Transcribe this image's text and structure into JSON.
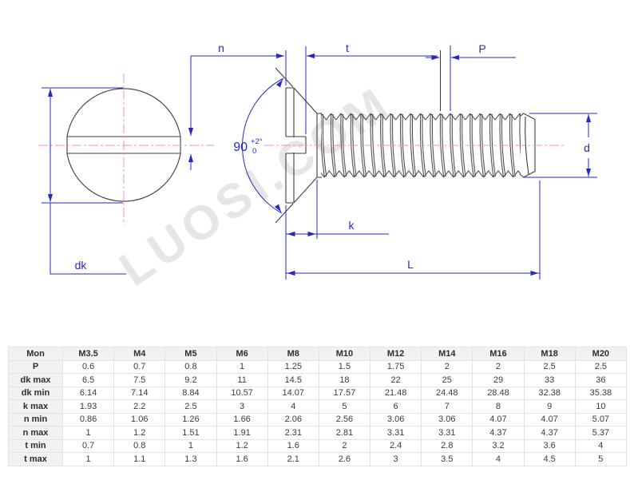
{
  "watermark": "LUOSI.COM",
  "drawing": {
    "labels": {
      "n": "n",
      "t": "t",
      "p": "P",
      "d": "d",
      "dk": "dk",
      "k": "k",
      "l": "L",
      "angle": "90",
      "angle_tol_plus": "+2°",
      "angle_tol_zero": "0"
    }
  },
  "colors": {
    "dimension_blue": "#2a2ab8",
    "centerline_pink": "#ee8fd4",
    "outline_dark": "#3d3d3d",
    "watermark_gray": "#e6e6e6",
    "table_border": "#e3e3e3",
    "table_header_bg": "#f2f2f2"
  },
  "table": {
    "header": [
      "Mon",
      "M3.5",
      "M4",
      "M5",
      "M6",
      "M8",
      "M10",
      "M12",
      "M14",
      "M16",
      "M18",
      "M20"
    ],
    "rows": [
      {
        "label": "P",
        "values": [
          "0.6",
          "0.7",
          "0.8",
          "1",
          "1.25",
          "1.5",
          "1.75",
          "2",
          "2",
          "2.5",
          "2.5"
        ]
      },
      {
        "label": "dk max",
        "values": [
          "6.5",
          "7.5",
          "9.2",
          "11",
          "14.5",
          "18",
          "22",
          "25",
          "29",
          "33",
          "36"
        ]
      },
      {
        "label": "dk min",
        "values": [
          "6.14",
          "7.14",
          "8.84",
          "10.57",
          "14.07",
          "17.57",
          "21.48",
          "24.48",
          "28.48",
          "32.38",
          "35.38"
        ]
      },
      {
        "label": "k max",
        "values": [
          "1.93",
          "2.2",
          "2.5",
          "3",
          "4",
          "5",
          "6",
          "7",
          "8",
          "9",
          "10"
        ]
      },
      {
        "label": "n min",
        "values": [
          "0.86",
          "1.06",
          "1.26",
          "1.66",
          "2.06",
          "2.56",
          "3.06",
          "3.06",
          "4.07",
          "4.07",
          "5.07"
        ]
      },
      {
        "label": "n max",
        "values": [
          "1",
          "1.2",
          "1.51",
          "1.91",
          "2.31",
          "2.81",
          "3.31",
          "3.31",
          "4.37",
          "4.37",
          "5.37"
        ]
      },
      {
        "label": "t min",
        "values": [
          "0.7",
          "0.8",
          "1",
          "1.2",
          "1.6",
          "2",
          "2.4",
          "2.8",
          "3.2",
          "3.6",
          "4"
        ]
      },
      {
        "label": "t max",
        "values": [
          "1",
          "1.1",
          "1.3",
          "1.6",
          "2.1",
          "2.6",
          "3",
          "3.5",
          "4",
          "4.5",
          "5"
        ]
      }
    ]
  }
}
